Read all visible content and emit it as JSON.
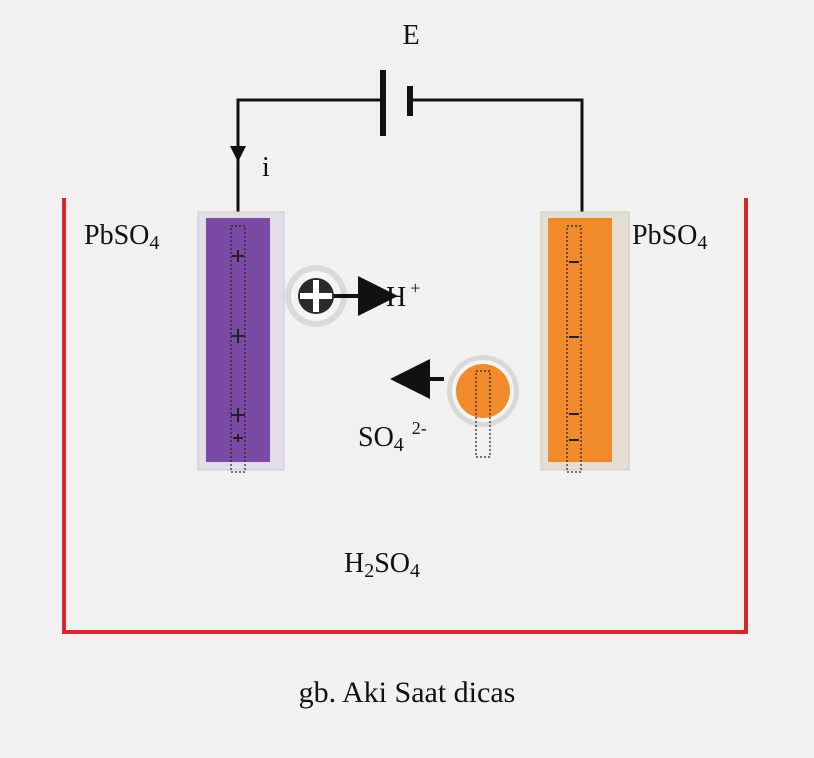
{
  "labels": {
    "battery": "E",
    "current": "i",
    "left_electrode": "PbSO",
    "left_electrode_sub": "4",
    "right_electrode": "PbSO",
    "right_electrode_sub": "4",
    "cation": "H",
    "cation_sup": "+",
    "anion": "SO",
    "anion_sub": "4",
    "anion_sup": "2-",
    "electrolyte_a": "H",
    "electrolyte_sub1": "2",
    "electrolyte_b": "SO",
    "electrolyte_sub2": "4",
    "caption": "gb. Aki Saat dicas"
  },
  "colors": {
    "container": "#d8262e",
    "left_plate": "#7b4aa5",
    "right_plate": "#f08a2a",
    "wire": "#111111",
    "background": "#f1f1f1"
  }
}
